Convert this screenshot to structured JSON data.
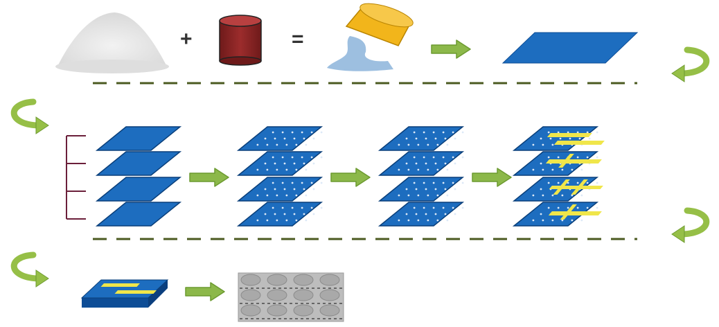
{
  "diagram": {
    "operators": {
      "plus": "+",
      "equals": "="
    },
    "colors": {
      "powder": "#e6e6e6",
      "binder_can": "#8e2424",
      "binder_can_top": "#b84040",
      "pour_container": "#f2b51b",
      "slurry": "#9dbfe0",
      "tape_sheet": "#1d6dbf",
      "tape_edge": "#0d4d96",
      "via_holes": "#dde9f7",
      "printed_pattern": "#f0e64a",
      "process_arrow": "#8cb84a",
      "process_arrow_edge": "#6c9a30",
      "return_arrow": "#96bf47",
      "dashed_divider": "#4b5a20",
      "stack_bracket": "#6b1f3a",
      "sintered_grey": "#bdbdbd",
      "sintered_dots": "#8f8f8f"
    },
    "icons": [
      "powder-pile-icon",
      "binder-can-icon",
      "slurry-pour-icon",
      "arrow-right-icon",
      "curved-return-arrow-icon",
      "layer-bracket-icon",
      "laminated-block-icon",
      "sintered-substrate-icon"
    ],
    "rows": [
      {
        "stage_count": 4
      },
      {
        "stage_count": 4,
        "layers_per_stack": 4
      },
      {
        "stage_count": 2
      }
    ]
  }
}
